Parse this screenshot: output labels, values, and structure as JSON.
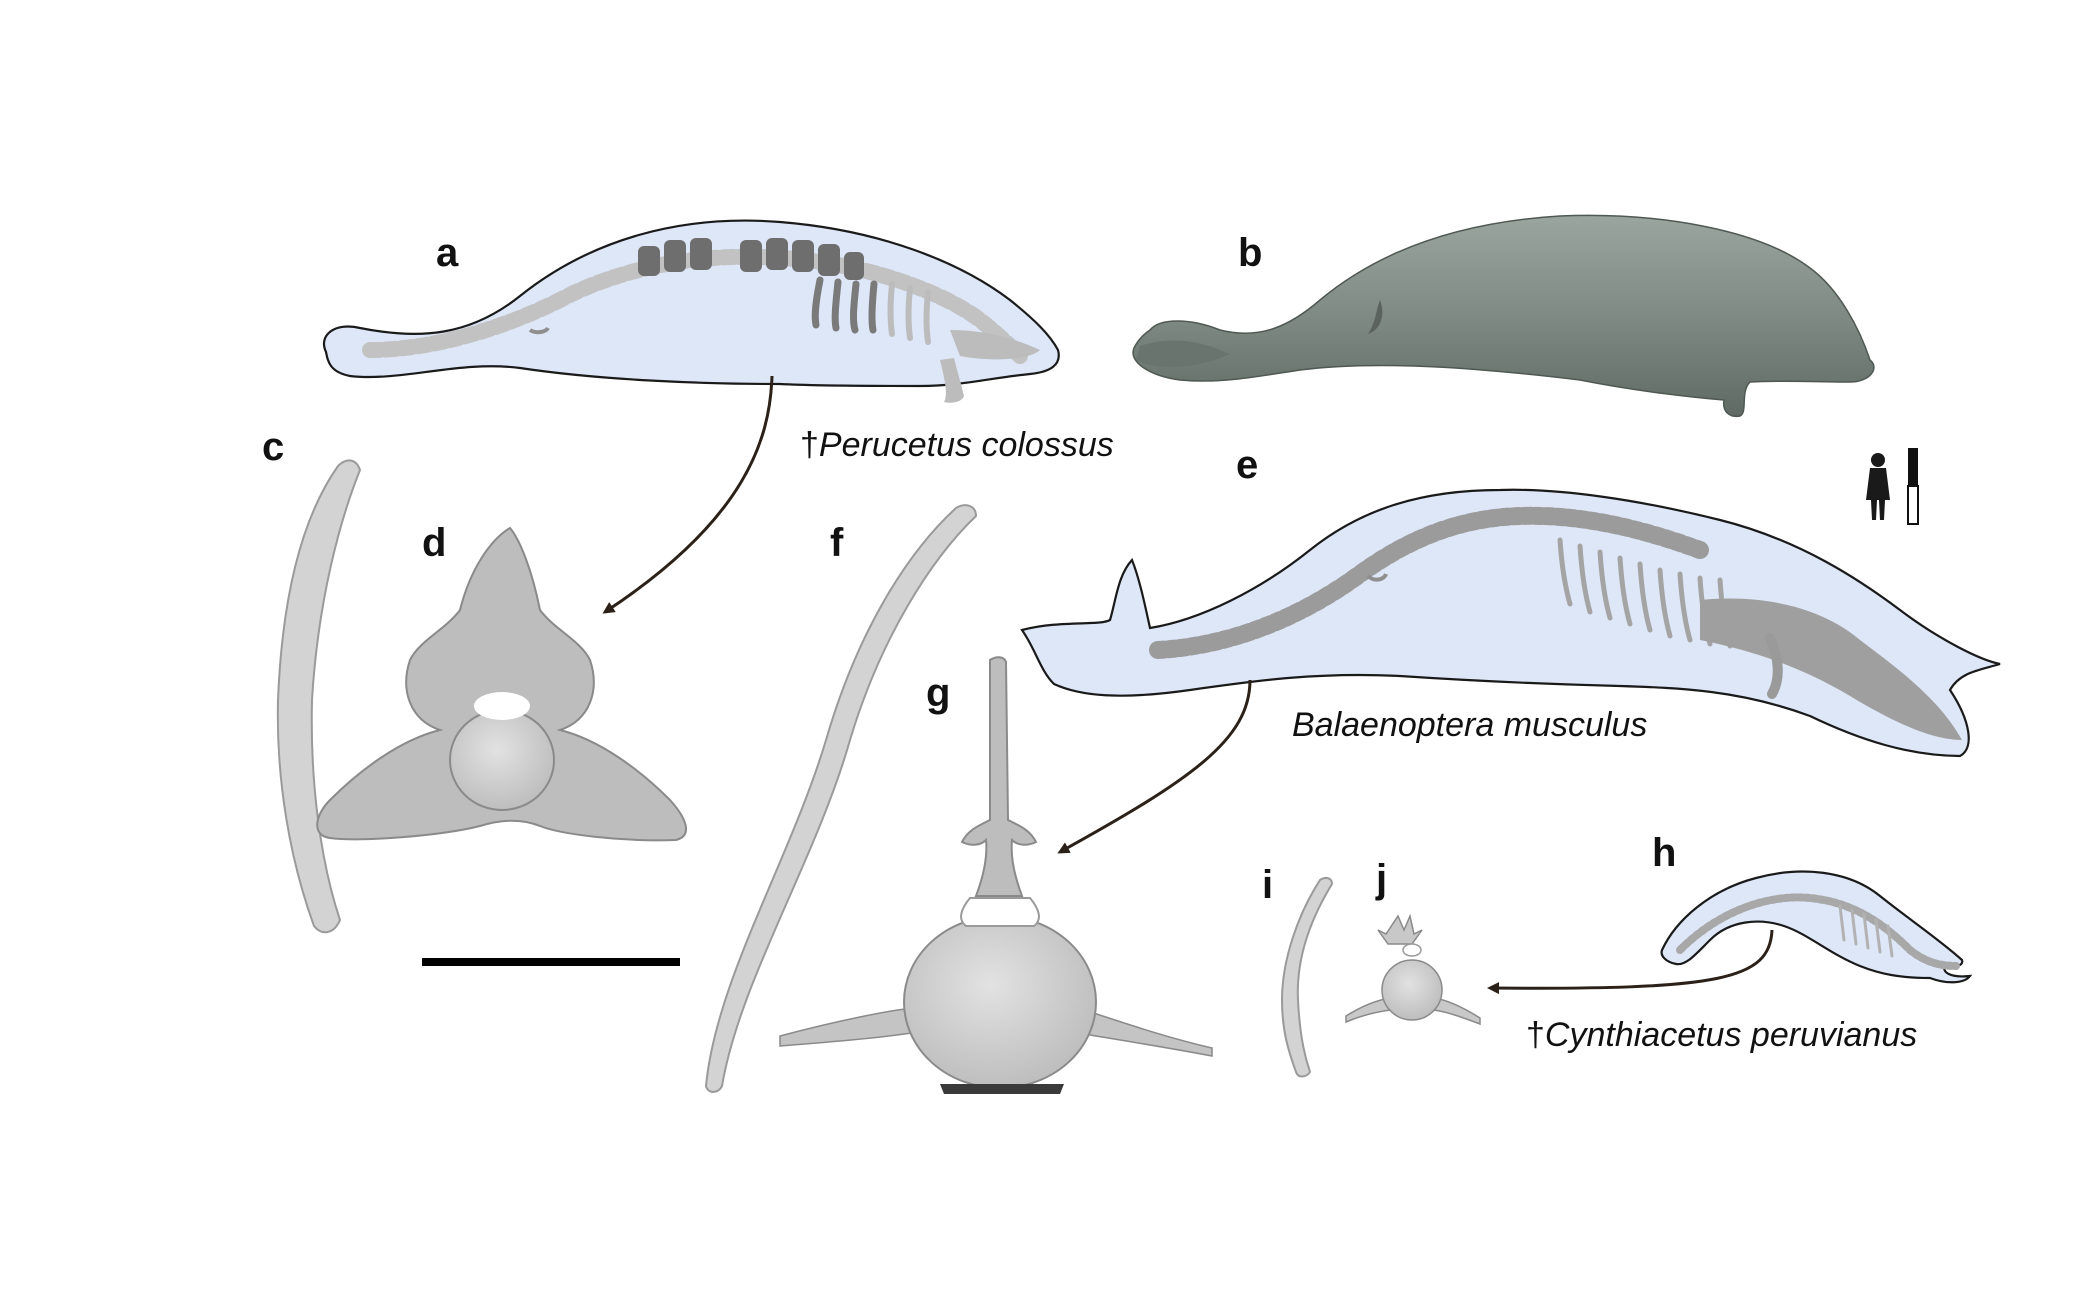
{
  "panels": {
    "a": "a",
    "b": "b",
    "c": "c",
    "d": "d",
    "e": "e",
    "f": "f",
    "g": "g",
    "h": "h",
    "i": "i",
    "j": "j"
  },
  "species": {
    "perucetus_dagger": "†",
    "perucetus_name": "Perucetus colossus",
    "balaenoptera_name": "Balaenoptera musculus",
    "cynthiacetus_dagger": "†",
    "cynthiacetus_name": "Cynthiacetus peruvianus"
  },
  "colors": {
    "body_outline_fill": "#dde7f7",
    "skeleton": "#a9a9a9",
    "bone": "#d3d3d3",
    "reconstruction": "#7f8a84",
    "arrow": "#2b2118"
  }
}
